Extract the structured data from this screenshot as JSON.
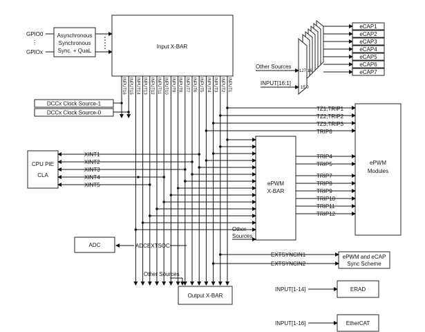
{
  "gpio": {
    "top": "GPIO0",
    "dots": "⋮",
    "bottom": "GPIOx"
  },
  "async_box": [
    "Asynchronous",
    "Synchronous",
    "Sync. + QuaL"
  ],
  "input_xbar": "Input  X-BAR",
  "inputs": [
    "INPUT16",
    "INPUT15",
    "INPUT14",
    "INPUT13",
    "INPUT12",
    "INPUT11",
    "INPUT10",
    "INPUT9",
    "INPUT8",
    "INPUT7",
    "INPUT6",
    "INPUT5",
    "INPUT4",
    "INPUT3",
    "INPUT2",
    "INPUT1"
  ],
  "dccx": [
    "DCCx Clock Source-1",
    "DCCx Clock Source-0"
  ],
  "cpu": {
    "line1": "CPU PIE",
    "line2": "CLA"
  },
  "xint": [
    "XINT1",
    "XINT2",
    "XINT3",
    "XINT4",
    "XINT5"
  ],
  "ecap_other": "Other Sources",
  "ecap_input": "INPUT[16:1]",
  "ecap_mux_hi": "127:16",
  "ecap_mux_lo": "15:0",
  "ecaps": [
    "eCAP1",
    "eCAP2",
    "eCAP3",
    "eCAP4",
    "eCAP5",
    "eCAP6",
    "eCAP7"
  ],
  "tz": [
    "TZ1,TRIP1",
    "TZ2,TRIP2",
    "TZ3,TRIP3",
    "TRIP6"
  ],
  "epwm_modules": [
    "ePWM",
    "Modules"
  ],
  "epwm_xbar": [
    "ePWM",
    "X-BAR"
  ],
  "trips_a": [
    "TRIP4",
    "TRIP5"
  ],
  "trips_b": [
    "TRIP7",
    "TRIP8",
    "TRIP9",
    "TRIP10",
    "TRIP11",
    "TRIP12"
  ],
  "epwm_other": [
    "Other",
    "Sources"
  ],
  "adc": "ADC",
  "adcextsoc": "ADCEXTSOC",
  "extsync": [
    "EXTSYNCIN1",
    "EXTSYNCIN2"
  ],
  "sync_box": [
    "ePWM and eCAP",
    "Sync Scheme"
  ],
  "output_other": "Other Sources",
  "output_xbar": "Output X-BAR",
  "erad_input": "INPUT[1-14]",
  "erad": "ERAD",
  "ethercat_input": "INPUT[1-16]",
  "ethercat": "EtherCAT"
}
